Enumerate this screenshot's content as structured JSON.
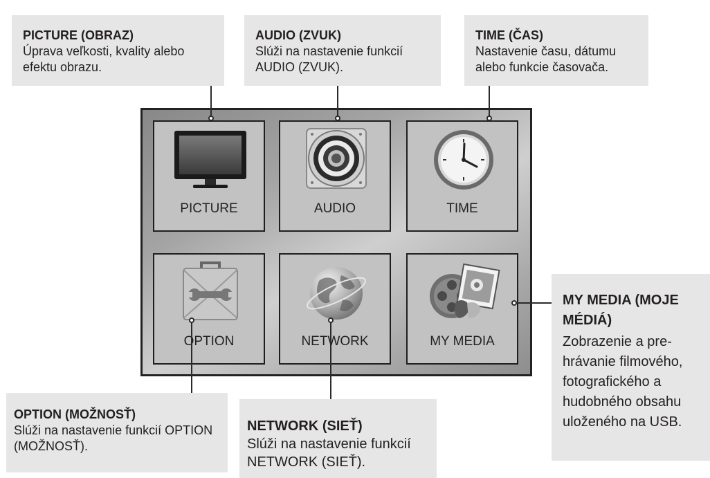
{
  "callouts": {
    "picture": {
      "title": "PICTURE (OBRAZ)",
      "desc": "Úprava veľkosti, kvality alebo efektu obrazu."
    },
    "audio": {
      "title": "AUDIO (ZVUK)",
      "desc": "Slúži na nastavenie funkcií AUDIO (ZVUK)."
    },
    "time": {
      "title": "TIME (ČAS)",
      "desc": "Nastavenie času, dátumu alebo funkcie časovača."
    },
    "mymedia": {
      "title": "MY MEDIA (MOJE MÉDIÁ)",
      "desc": "Zobrazenie a pre-hrávanie filmového, fotografického a hudobného obsahu uloženého na USB."
    },
    "option": {
      "title": "OPTION (MOŽNOSŤ)",
      "desc": "Slúži na nastavenie funkcií OPTION (MOŽNOSŤ)."
    },
    "network": {
      "title": "NETWORK (SIEŤ)",
      "desc": "Slúži na nastavenie funkcií NETWORK (SIEŤ)."
    }
  },
  "menu": {
    "tiles": [
      {
        "label": "PICTURE",
        "icon": "tv-icon"
      },
      {
        "label": "AUDIO",
        "icon": "speaker-icon"
      },
      {
        "label": "TIME",
        "icon": "clock-icon"
      },
      {
        "label": "OPTION",
        "icon": "toolbox-icon"
      },
      {
        "label": "NETWORK",
        "icon": "globe-icon"
      },
      {
        "label": "MY MEDIA",
        "icon": "media-icon"
      }
    ]
  }
}
